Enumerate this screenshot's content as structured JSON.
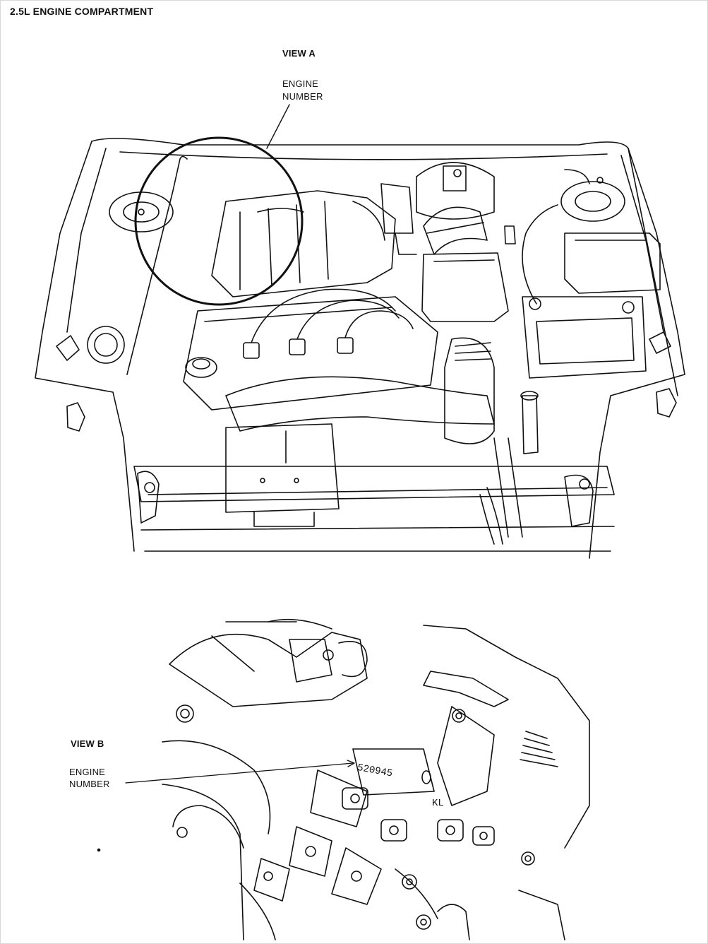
{
  "title": "2.5L ENGINE COMPARTMENT",
  "view_a": {
    "heading": "VIEW A",
    "callout_line1": "ENGINE",
    "callout_line2": "NUMBER"
  },
  "view_b": {
    "heading": "VIEW B",
    "callout_line1": "ENGINE",
    "callout_line2": "NUMBER",
    "stamped_number": "520945",
    "stamped_mark": "KL"
  },
  "colors": {
    "ink": "#111111",
    "paper": "#ffffff"
  }
}
